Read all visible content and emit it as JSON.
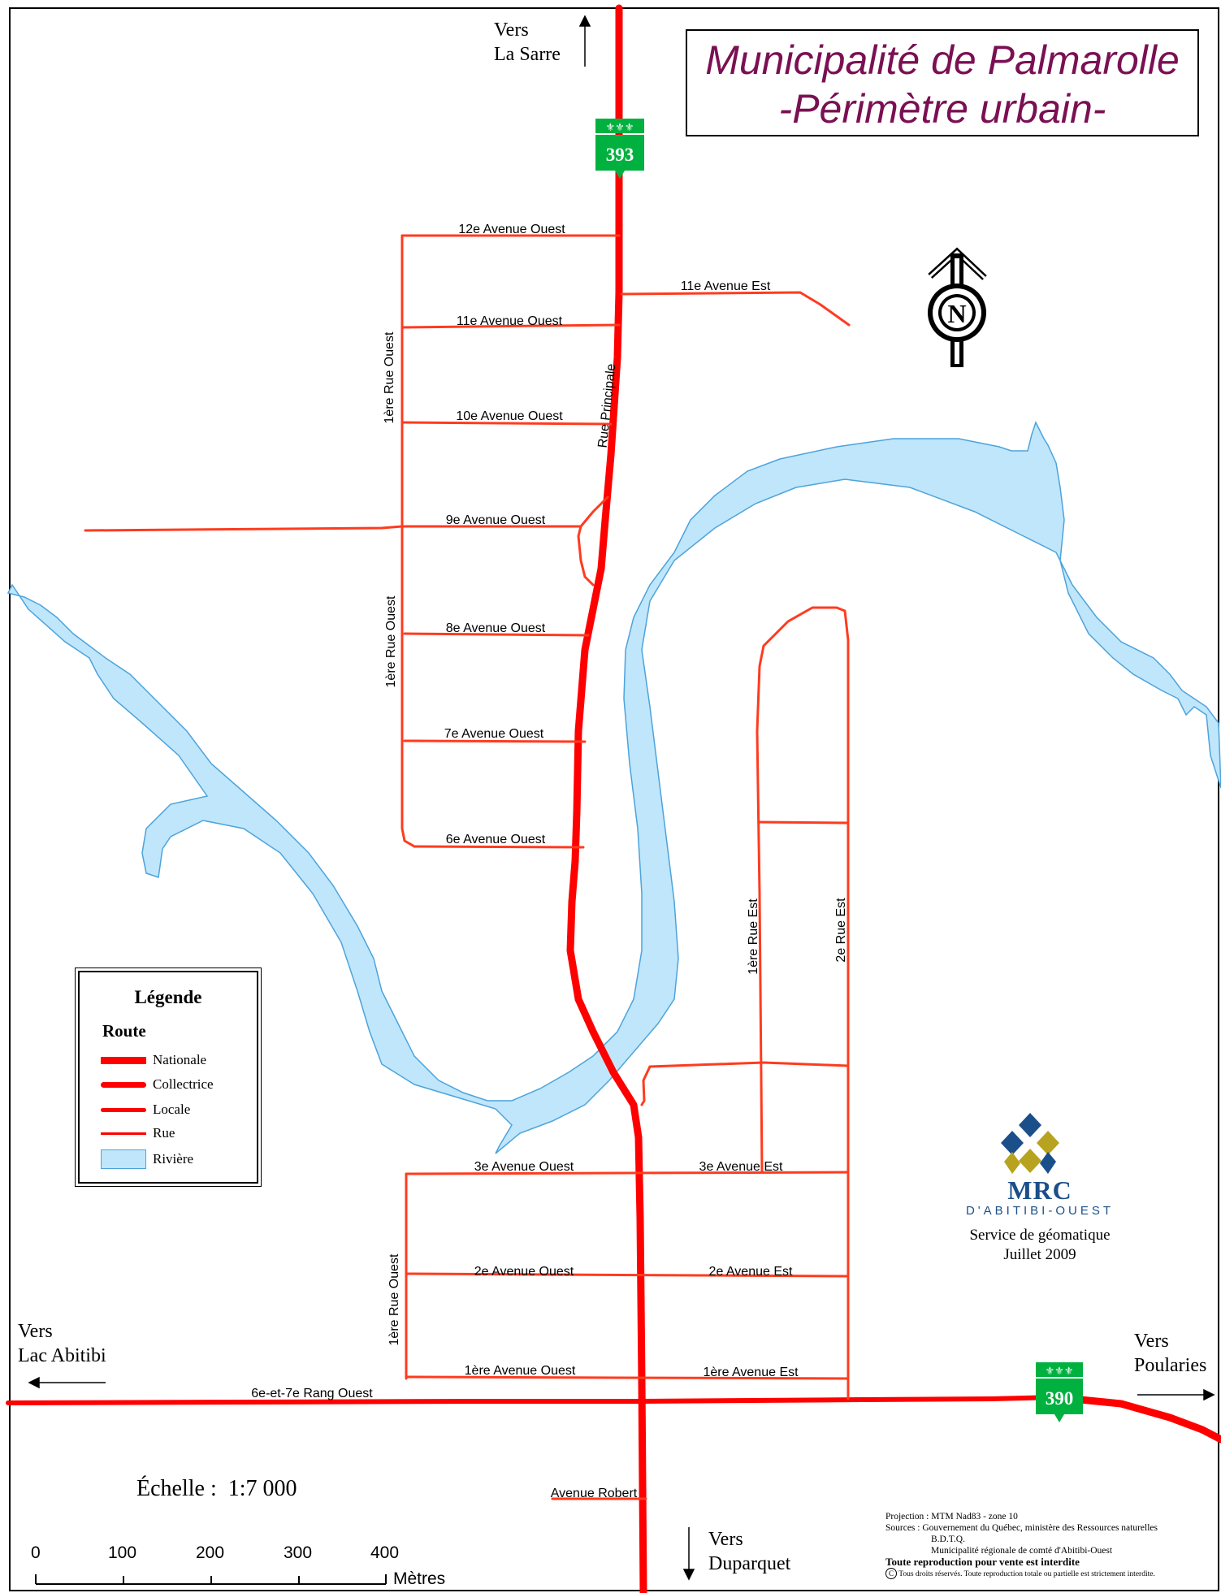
{
  "title": {
    "line1": "Municipalité de Palmarolle",
    "line2": "-Périmètre urbain-"
  },
  "directions": {
    "north": {
      "l1": "Vers",
      "l2": "La Sarre"
    },
    "west": {
      "l1": "Vers",
      "l2": "Lac Abitibi"
    },
    "east": {
      "l1": "Vers",
      "l2": "Poularies"
    },
    "south": {
      "l1": "Vers",
      "l2": "Duparquet"
    }
  },
  "route_shields": [
    {
      "number": "393",
      "symbols": "⚜⚜⚜"
    },
    {
      "number": "390",
      "symbols": "⚜⚜⚜"
    }
  ],
  "street_labels": {
    "av12o": "12e Avenue Ouest",
    "av11e": "11e Avenue Est",
    "av11o": "11e Avenue Ouest",
    "av10o": "10e Avenue Ouest",
    "av9o": "9e Avenue Ouest",
    "av8o": "8e Avenue Ouest",
    "av7o": "7e Avenue Ouest",
    "av6o": "6e Avenue Ouest",
    "av3o": "3e Avenue Ouest",
    "av3e": "3e Avenue Est",
    "av2o": "2e Avenue Ouest",
    "av2e": "2e Avenue Est",
    "av1o": "1ère Avenue Ouest",
    "av1e": "1ère Avenue Est",
    "rang": "6e-et-7e Rang Ouest",
    "robert": "Avenue Robert",
    "principale": "Rue Principale",
    "r1o": "1ère Rue Ouest",
    "r1e": "1ère Rue Est",
    "r2e": "2e Rue Est"
  },
  "north_arrow": {
    "letter": "N"
  },
  "legend": {
    "title": "Légende",
    "group": "Route",
    "items": [
      {
        "label": "Nationale"
      },
      {
        "label": "Collectrice"
      },
      {
        "label": "Locale"
      },
      {
        "label": "Rue"
      },
      {
        "label": "Rivière"
      }
    ]
  },
  "mrc": {
    "name": "MRC",
    "sub": "D'ABITIBI-OUEST",
    "service": "Service de géomatique",
    "date": "Juillet 2009"
  },
  "scale": {
    "label": "Échelle :",
    "ratio": "1:7 000",
    "ticks": [
      "0",
      "100",
      "200",
      "300",
      "400"
    ],
    "unit": "Mètres"
  },
  "credits": {
    "projection": "Projection : MTM Nad83 - zone 10",
    "sources": "Sources : Gouvernement du Québec, ministère des Ressources naturelles",
    "bdtq": "B.D.T.Q.",
    "mrc_source": "Municipalité régionale de comté d'Abitibi-Ouest",
    "warning": "Toute reproduction pour vente est interdite",
    "rights": "Tous droits réservés. Toute reproduction totale ou partielle est strictement interdite.",
    "copyright_symbol": "C"
  },
  "colors": {
    "road": "#ff0000",
    "street": "#ff3b1f",
    "river_fill": "#bfe6fa",
    "river_line": "#4da3dc",
    "title": "#7a1053",
    "shield": "#00b140",
    "mrc_blue": "#1a4f8a"
  }
}
